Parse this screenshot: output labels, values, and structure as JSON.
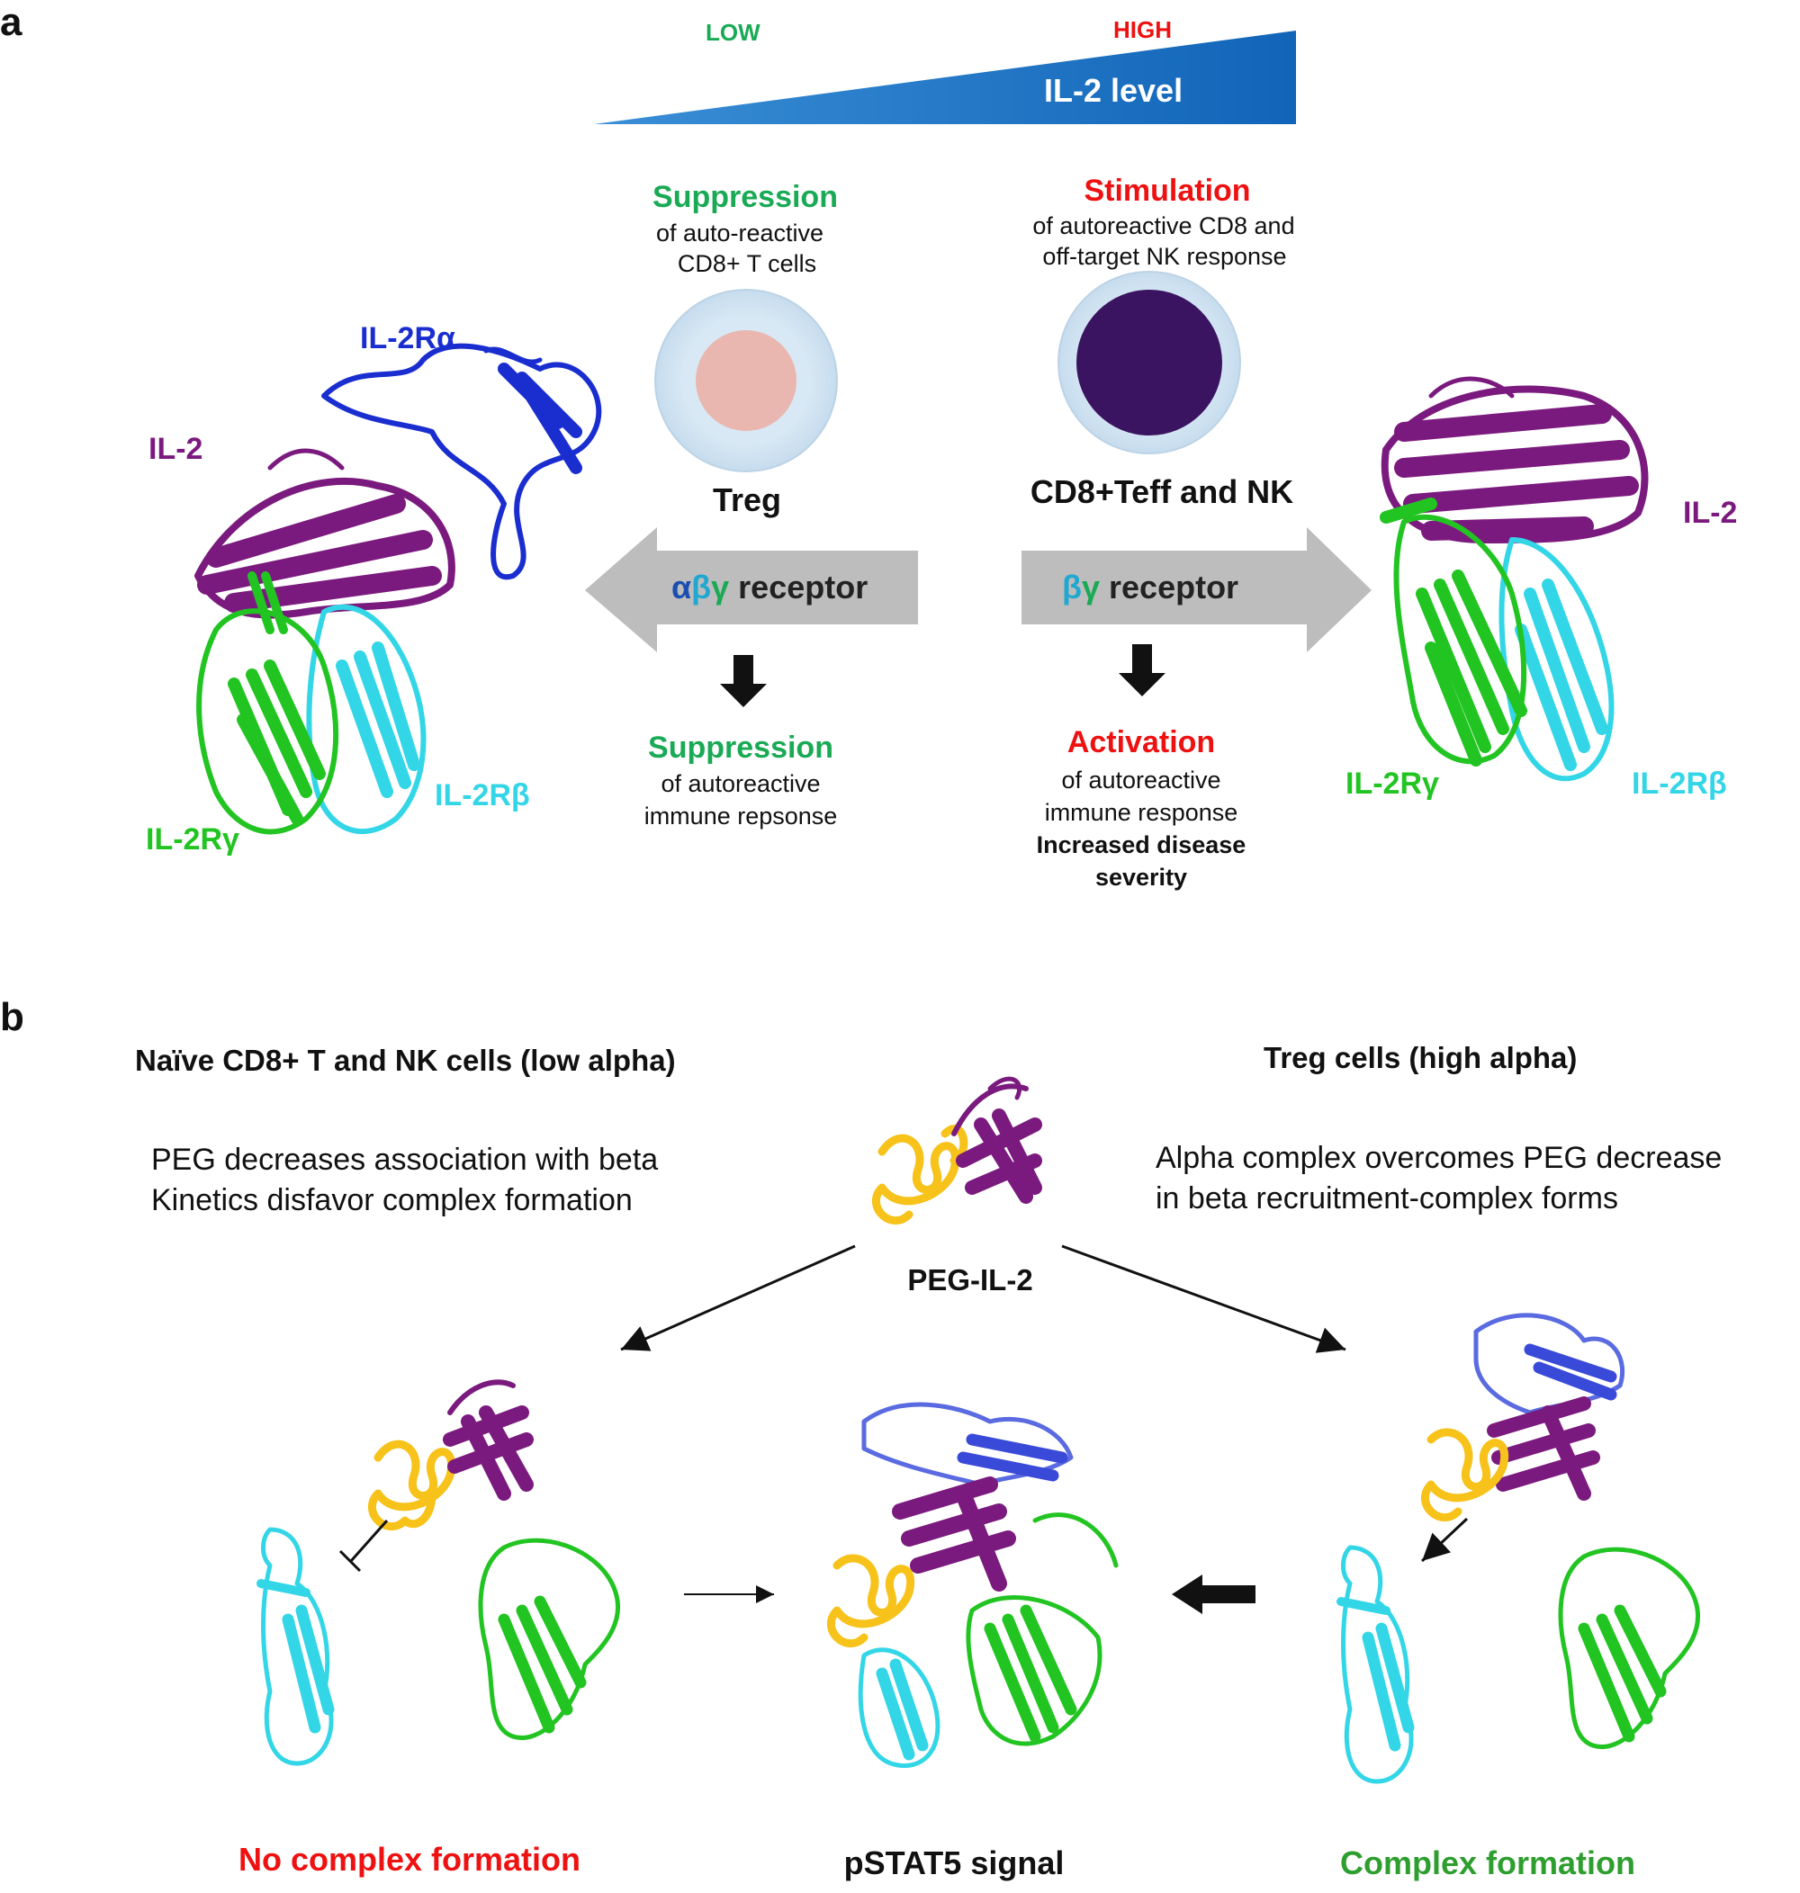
{
  "panel_a": {
    "label": "a",
    "gradient": {
      "low": "LOW",
      "high": "HIGH",
      "title": "IL-2 level"
    },
    "left_cell": {
      "heading": "Suppression",
      "desc_line1": "of auto-reactive",
      "desc_line2": "CD8+ T cells",
      "name": "Treg"
    },
    "right_cell": {
      "heading": "Stimulation",
      "desc_line1": "of autoreactive  CD8 and",
      "desc_line2": "off-target NK response",
      "name": "CD8+Teff and NK"
    },
    "left_arrow": {
      "greek_a": "α",
      "greek_b": "β",
      "greek_g": "γ",
      "text": " receptor"
    },
    "right_arrow": {
      "greek_b": "β",
      "greek_g": "γ",
      "text": " receptor"
    },
    "left_outcome": {
      "heading": "Suppression",
      "line1": "of autoreactive",
      "line2": "immune repsonse"
    },
    "right_outcome": {
      "heading": "Activation",
      "line1": "of autoreactive",
      "line2": "immune response",
      "line3": "Increased disease",
      "line4": "severity"
    },
    "left_structure_labels": {
      "ra": "IL-2Rα",
      "il2": "IL-2",
      "rb": "IL-2Rβ",
      "rg": "IL-2Rγ"
    },
    "right_structure_labels": {
      "il2": "IL-2",
      "rb": "IL-2Rβ",
      "rg": "IL-2Rγ"
    }
  },
  "panel_b": {
    "label": "b",
    "left_title": "Naïve CD8+ T and NK cells (low alpha)",
    "left_line1": "PEG decreases association with beta",
    "left_line2": "Kinetics disfavor complex formation",
    "right_title": "Treg cells (high alpha)",
    "right_line1": "Alpha complex overcomes PEG decrease",
    "right_line2": "in beta recruitment-complex forms",
    "center_label": "PEG-IL-2",
    "bottom_left": "No complex formation",
    "bottom_center": "pSTAT5 signal",
    "bottom_right": "Complex formation"
  },
  "colors": {
    "green_text": "#1aaa55",
    "red_text": "#ee1111",
    "gradient_blue": "#1670c0",
    "il2_purple": "#7b1a7e",
    "ra_blue": "#1a2ed0",
    "rb_cyan": "#33d6e6",
    "rg_green": "#22c422",
    "peg_yellow": "#f7c21a",
    "arrow_gray": "#bdbdbd",
    "dark_green_text": "#2e9e2e"
  }
}
